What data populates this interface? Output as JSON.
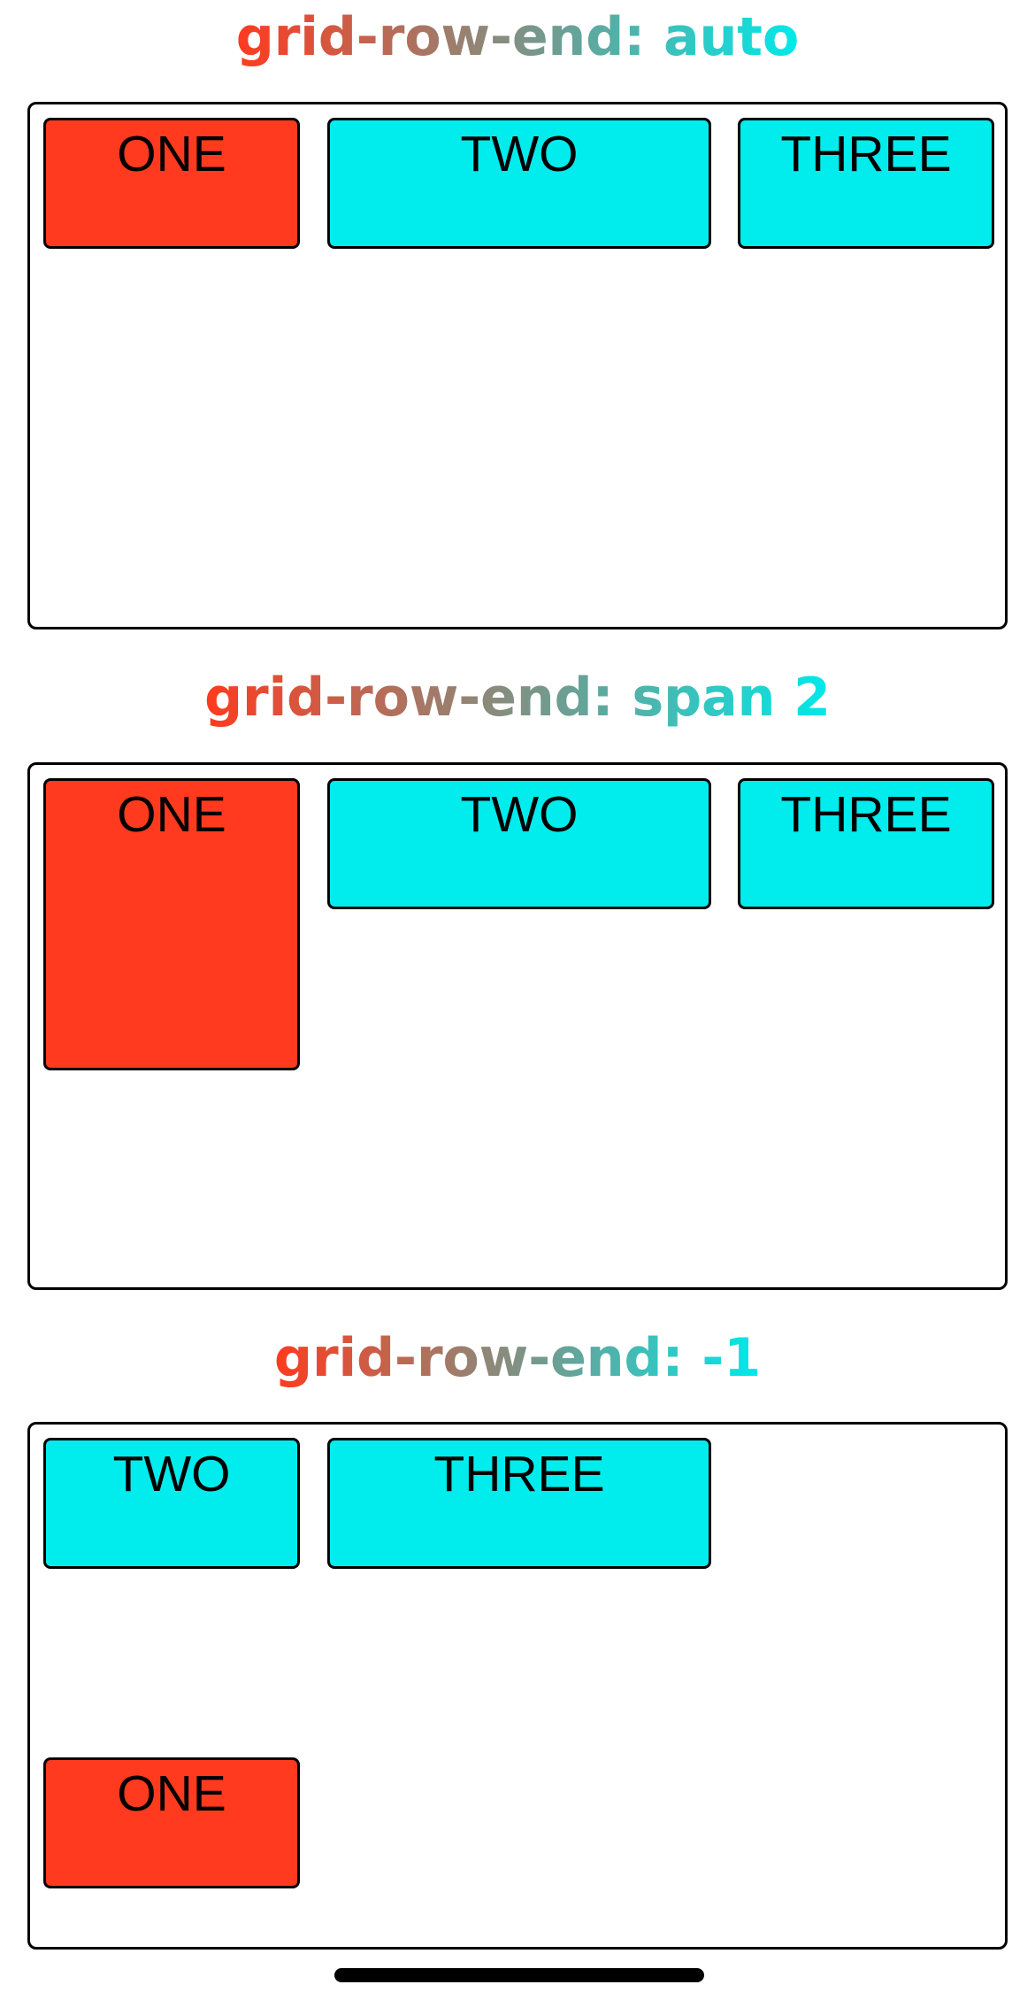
{
  "sections": [
    {
      "title": "grid-row-end: auto",
      "items": [
        "ONE",
        "TWO",
        "THREE"
      ]
    },
    {
      "title": "grid-row-end: span 2",
      "items": [
        "ONE",
        "TWO",
        "THREE"
      ]
    },
    {
      "title": "grid-row-end: -1",
      "items": [
        "TWO",
        "THREE",
        "ONE"
      ]
    }
  ],
  "colors": {
    "gradient_start": "#ff3a1e",
    "gradient_end": "#00e9ea",
    "item_one": "#ff3a1e",
    "item_other": "#00eced"
  }
}
